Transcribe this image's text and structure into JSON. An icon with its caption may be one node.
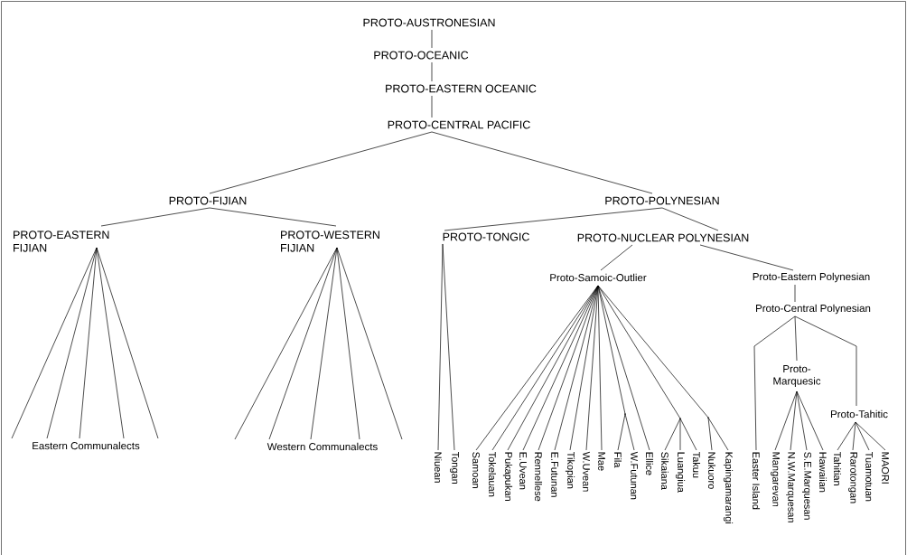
{
  "diagram": {
    "nodes": [
      {
        "text": [
          "PROTO-AUSTRONESIAN"
        ]
      },
      {
        "text": [
          "PROTO-OCEANIC"
        ]
      },
      {
        "text": [
          "PROTO-EASTERN OCEANIC"
        ]
      },
      {
        "text": [
          "PROTO-CENTRAL PACIFIC"
        ]
      },
      {
        "text": [
          "PROTO-FIJIAN"
        ]
      },
      {
        "text": [
          "PROTO-POLYNESIAN"
        ]
      },
      {
        "text": [
          "PROTO-EASTERN FIJIAN"
        ]
      },
      {
        "text": [
          "PROTO-WESTERN FIJIAN"
        ]
      },
      {
        "text": [
          "PROTO-TONGIC"
        ]
      },
      {
        "text": [
          "PROTO-NUCLEAR POLYNESIAN"
        ]
      },
      {
        "text": [
          "Eastern Communalects"
        ]
      },
      {
        "text": [
          "Western Communalects"
        ]
      },
      {
        "text": [
          "Proto-Samoic-Outlier"
        ]
      },
      {
        "text": [
          "Proto-Eastern Polynesian"
        ]
      },
      {
        "text": [
          "Proto-Central Polynesian"
        ]
      },
      {
        "text": [
          "Proto-Marquesic"
        ]
      },
      {
        "text": [
          "Proto-Tahitic"
        ]
      },
      {
        "text": [
          "Niuean"
        ]
      },
      {
        "text": [
          "Tongan"
        ]
      },
      {
        "text": [
          "Samoan"
        ]
      },
      {
        "text": [
          "Tokelauan"
        ]
      },
      {
        "text": [
          "Pukapukan"
        ]
      },
      {
        "text": [
          "E.Uvean"
        ]
      },
      {
        "text": [
          "Rennellese"
        ]
      },
      {
        "text": [
          "E.Futunan"
        ]
      },
      {
        "text": [
          "Tikopian"
        ]
      },
      {
        "text": [
          "W.Uvean"
        ]
      },
      {
        "text": [
          "Mae"
        ]
      },
      {
        "text": [],
        "shape": "point"
      },
      {
        "text": [
          "Fila"
        ]
      },
      {
        "text": [
          "W.Futunan"
        ]
      },
      {
        "text": [
          "Ellice"
        ]
      },
      {
        "text": [],
        "shape": "point"
      },
      {
        "text": [
          "Sikaiana"
        ]
      },
      {
        "text": [
          "Luangiua"
        ]
      },
      {
        "text": [
          "Takuu"
        ]
      },
      {
        "text": [],
        "shape": "point"
      },
      {
        "text": [
          "Nukuoro"
        ]
      },
      {
        "text": [
          "Kapingamarangi"
        ]
      },
      {
        "text": [
          "Easter Island"
        ]
      },
      {
        "text": [
          "Mangarevan"
        ]
      },
      {
        "text": [
          "N.W.Marquesan"
        ]
      },
      {
        "text": [
          "S.E.Marquesan"
        ]
      },
      {
        "text": [
          "Hawaiian"
        ]
      },
      {
        "text": [
          "Tahitian"
        ]
      },
      {
        "text": [
          "Rarotongan"
        ]
      },
      {
        "text": [
          "Tuamotuan"
        ]
      },
      {
        "text": [
          "MAORI"
        ]
      }
    ],
    "edges": [
      {
        "from": 0,
        "to": 1,
        "arrow": "none"
      },
      {
        "from": 1,
        "to": 2,
        "arrow": "none"
      },
      {
        "from": 2,
        "to": 3,
        "arrow": "none"
      },
      {
        "from": 3,
        "to": 4,
        "arrow": "none"
      },
      {
        "from": 3,
        "to": 5,
        "arrow": "none"
      },
      {
        "from": 4,
        "to": 6,
        "arrow": "none"
      },
      {
        "from": 4,
        "to": 7,
        "arrow": "none"
      },
      {
        "from": 5,
        "to": 8,
        "arrow": "none"
      },
      {
        "from": 5,
        "to": 9,
        "arrow": "none"
      },
      {
        "from": 6,
        "to": 10,
        "arrow": "none"
      },
      {
        "from": 6,
        "to": 10,
        "arrow": "none"
      },
      {
        "from": 6,
        "to": 10,
        "arrow": "none"
      },
      {
        "from": 6,
        "to": 10,
        "arrow": "none"
      },
      {
        "from": 6,
        "to": 10,
        "arrow": "none"
      },
      {
        "from": 7,
        "to": 11,
        "arrow": "none"
      },
      {
        "from": 7,
        "to": 11,
        "arrow": "none"
      },
      {
        "from": 7,
        "to": 11,
        "arrow": "none"
      },
      {
        "from": 7,
        "to": 11,
        "arrow": "none"
      },
      {
        "from": 7,
        "to": 11,
        "arrow": "none"
      },
      {
        "from": 8,
        "to": 17,
        "arrow": "none"
      },
      {
        "from": 8,
        "to": 18,
        "arrow": "none"
      },
      {
        "from": 9,
        "to": 12,
        "arrow": "none"
      },
      {
        "from": 9,
        "to": 13,
        "arrow": "none"
      },
      {
        "from": 13,
        "to": 14,
        "arrow": "none"
      },
      {
        "from": 12,
        "to": 19,
        "arrow": "none"
      },
      {
        "from": 12,
        "to": 20,
        "arrow": "none"
      },
      {
        "from": 12,
        "to": 21,
        "arrow": "none"
      },
      {
        "from": 12,
        "to": 22,
        "arrow": "none"
      },
      {
        "from": 12,
        "to": 23,
        "arrow": "none"
      },
      {
        "from": 12,
        "to": 24,
        "arrow": "none"
      },
      {
        "from": 12,
        "to": 25,
        "arrow": "none"
      },
      {
        "from": 12,
        "to": 26,
        "arrow": "none"
      },
      {
        "from": 12,
        "to": 27,
        "arrow": "none"
      },
      {
        "from": 12,
        "to": 28,
        "arrow": "none"
      },
      {
        "from": 28,
        "to": 29,
        "arrow": "none"
      },
      {
        "from": 28,
        "to": 30,
        "arrow": "none"
      },
      {
        "from": 12,
        "to": 31,
        "arrow": "none"
      },
      {
        "from": 12,
        "to": 32,
        "arrow": "none"
      },
      {
        "from": 32,
        "to": 33,
        "arrow": "none"
      },
      {
        "from": 32,
        "to": 34,
        "arrow": "none"
      },
      {
        "from": 32,
        "to": 35,
        "arrow": "none"
      },
      {
        "from": 12,
        "to": 36,
        "arrow": "none"
      },
      {
        "from": 36,
        "to": 37,
        "arrow": "none"
      },
      {
        "from": 36,
        "to": 38,
        "arrow": "none"
      },
      {
        "from": 14,
        "to": 39,
        "arrow": "none"
      },
      {
        "from": 14,
        "to": 15,
        "arrow": "none"
      },
      {
        "from": 14,
        "to": 16,
        "arrow": "none"
      },
      {
        "from": 15,
        "to": 40,
        "arrow": "none"
      },
      {
        "from": 15,
        "to": 41,
        "arrow": "none"
      },
      {
        "from": 15,
        "to": 42,
        "arrow": "none"
      },
      {
        "from": 15,
        "to": 43,
        "arrow": "none"
      },
      {
        "from": 16,
        "to": 44,
        "arrow": "none"
      },
      {
        "from": 16,
        "to": 45,
        "arrow": "none"
      },
      {
        "from": 16,
        "to": 46,
        "arrow": "none"
      },
      {
        "from": 16,
        "to": 47,
        "arrow": "none"
      }
    ]
  }
}
